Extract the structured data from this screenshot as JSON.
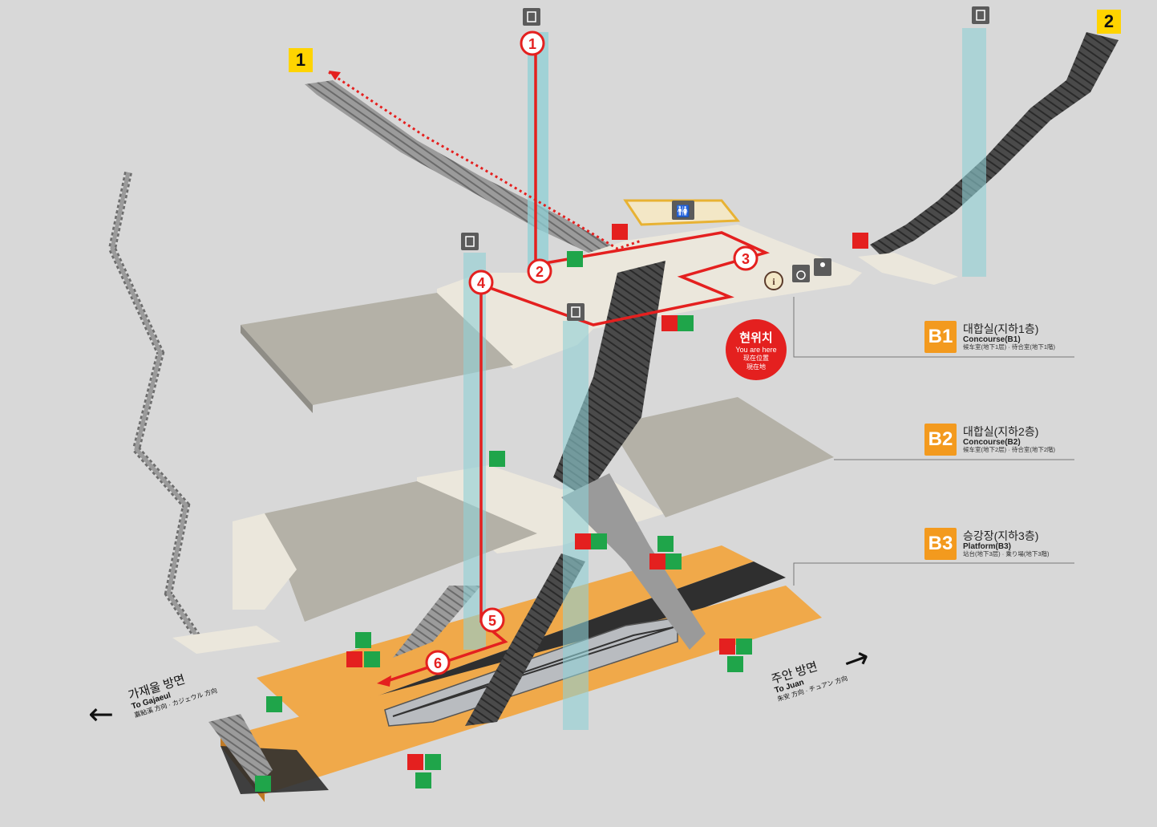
{
  "exits": [
    {
      "id": "exit-1",
      "label": "1"
    },
    {
      "id": "exit-2",
      "label": "2"
    }
  ],
  "floors": [
    {
      "code": "B1",
      "name_ko": "대합실(지하1층)",
      "name_en": "Concourse(B1)",
      "name_cj": "候车室(地下1层) · 待合室(地下1階)"
    },
    {
      "code": "B2",
      "name_ko": "대합실(지하2층)",
      "name_en": "Concourse(B2)",
      "name_cj": "候车室(地下2层) · 待合室(地下2階)"
    },
    {
      "code": "B3",
      "name_ko": "승강장(지하3층)",
      "name_en": "Platform(B3)",
      "name_cj": "站台(地下3层) · 乗り場(地下3階)"
    }
  ],
  "you_are_here": {
    "ko": "현위치",
    "en": "You are here",
    "zh": "现在位置",
    "ja": "現在地"
  },
  "directions": {
    "left": {
      "ko": "가재울 방면",
      "en": "To Gajaeul",
      "cj": "嘉鲇溪 方向 · カジェウル 方向"
    },
    "right": {
      "ko": "주안 방면",
      "en": "To Juan",
      "cj": "朱安 方向 · チュアン 方向"
    }
  },
  "route_steps": [
    "1",
    "2",
    "3",
    "4",
    "5",
    "6"
  ],
  "colors": {
    "route": "#e4201f",
    "platform": "#f0a94a",
    "floor_slab": "#ebe7dc",
    "dark_slab": "#b4b1a7",
    "elevator_glass": "#8fd0d6",
    "exit_badge": "#ffd400",
    "floor_badge": "#f39a1e",
    "emergency_green": "#1fa54a",
    "emergency_red": "#e4201f"
  },
  "icons": [
    "elevator-icon",
    "restroom-icon",
    "fire-extinguisher-icon",
    "emergency-phone-icon",
    "defibrillator-icon",
    "emergency-exit-icon",
    "nursing-room-icon",
    "information-icon",
    "wheelchair-lift-icon"
  ]
}
